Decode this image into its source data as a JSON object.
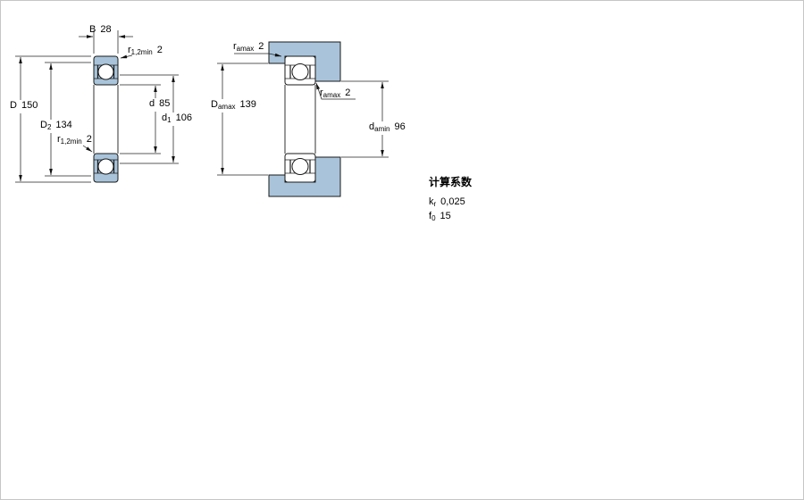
{
  "colors": {
    "bearing_fill": "#a9c4da",
    "line": "#1a1a1a"
  },
  "figure_left": {
    "b": {
      "sym": "B",
      "sub": "",
      "val": "28"
    },
    "r12_top": {
      "sym": "r",
      "sub": "1,2min",
      "val": "2"
    },
    "D": {
      "sym": "D",
      "sub": "",
      "val": "150"
    },
    "D2": {
      "sym": "D",
      "sub": "2",
      "val": "134"
    },
    "d": {
      "sym": "d",
      "sub": "",
      "val": "85"
    },
    "d1": {
      "sym": "d",
      "sub": "1",
      "val": "106"
    },
    "r12_bot": {
      "sym": "r",
      "sub": "1,2min",
      "val": "2"
    }
  },
  "figure_right": {
    "ra_top": {
      "sym": "r",
      "sub": "amax",
      "val": "2"
    },
    "Da": {
      "sym": "D",
      "sub": "amax",
      "val": "139"
    },
    "ra_mid": {
      "sym": "r",
      "sub": "amax",
      "val": "2"
    },
    "da": {
      "sym": "d",
      "sub": "amin",
      "val": "96"
    }
  },
  "calculation_factors": {
    "title": "计算系数",
    "kr": {
      "sym": "k",
      "sub": "r",
      "val": "0,025"
    },
    "f0": {
      "sym": "f",
      "sub": "0",
      "val": "15"
    }
  }
}
